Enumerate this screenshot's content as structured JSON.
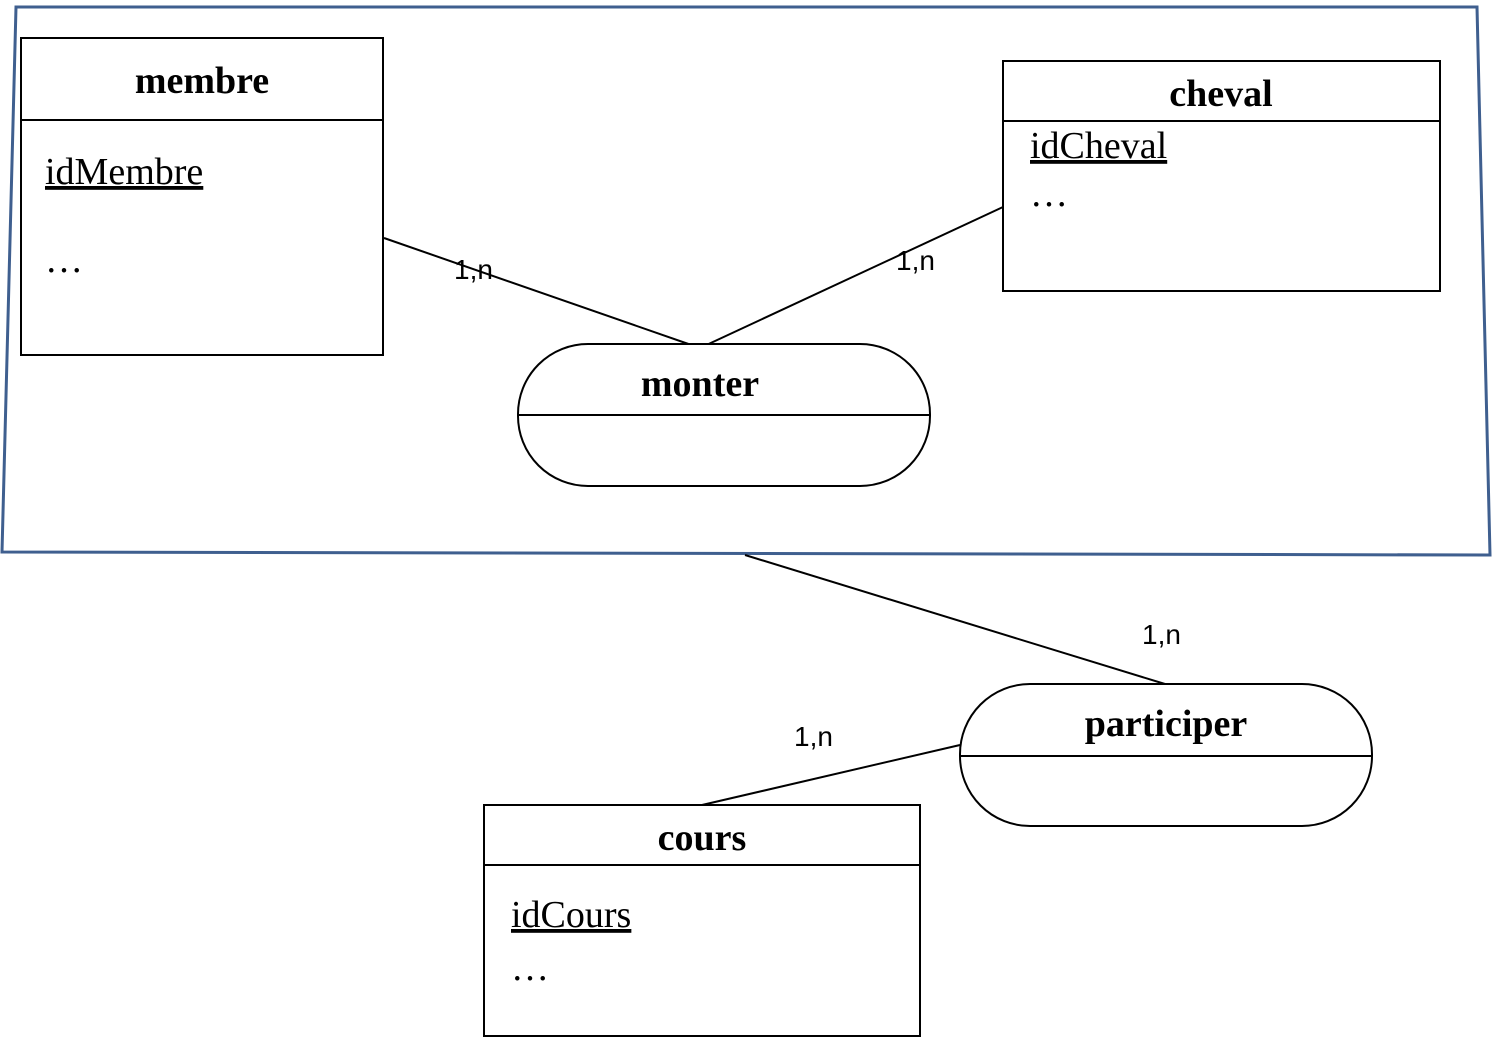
{
  "entities": {
    "membre": {
      "title": "membre",
      "key": "idMembre",
      "more": "…"
    },
    "cheval": {
      "title": "cheval",
      "key": "idCheval",
      "more": "…"
    },
    "cours": {
      "title": "cours",
      "key": "idCours",
      "more": "…"
    }
  },
  "associations": {
    "monter": {
      "title": "monter"
    },
    "participer": {
      "title": "participer"
    }
  },
  "cardinalities": {
    "membre_monter": "1,n",
    "cheval_monter": "1,n",
    "aggregate_participer": "1,n",
    "cours_participer": "1,n"
  },
  "colors": {
    "aggregate_frame": "#3f5f8f",
    "lines": "#000000"
  }
}
